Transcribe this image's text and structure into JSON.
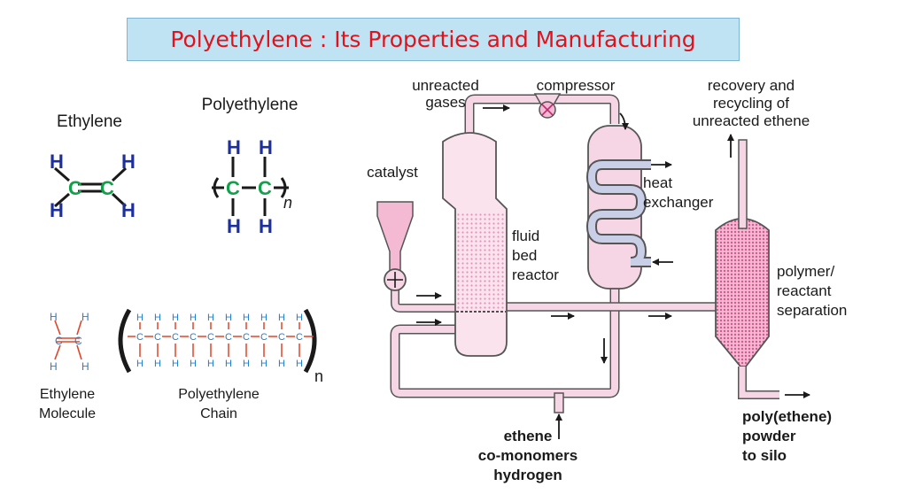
{
  "title": "Polyethylene : Its Properties and Manufacturing",
  "colors": {
    "title_text": "#e0121c",
    "title_bg": "#bfe3f3",
    "hydrogen": "#1c2f9c",
    "carbon": "#12a14b",
    "bond": "#1a1a1a",
    "chain_h": "#1f7fd0",
    "chain_bond": "#e0452a",
    "pipe_fill": "#f6d6e4",
    "vessel_fill": "#f8d2e2",
    "dense_fill": "#ef9fc4"
  },
  "molecules": {
    "ethylene_label": "Ethylene",
    "polyethylene_label": "Polyethylene",
    "n_subscript": "n",
    "h": "H",
    "c": "C",
    "ethylene_molecule_label_line1": "Ethylene",
    "ethylene_molecule_label_line2": "Molecule",
    "polyethylene_chain_label_line1": "Polyethylene",
    "polyethylene_chain_label_line2": "Chain",
    "chain_n": "n"
  },
  "process": {
    "unreacted_gases_line1": "unreacted",
    "unreacted_gases_line2": "gases",
    "compressor": "compressor",
    "recovery_line1": "recovery and",
    "recovery_line2": "recycling of",
    "recovery_line3": "unreacted ethene",
    "catalyst": "catalyst",
    "heat_exchanger_line1": "heat",
    "heat_exchanger_line2": "exchanger",
    "reactor_line1": "fluid",
    "reactor_line2": "bed",
    "reactor_line3": "reactor",
    "separation_line1": "polymer/",
    "separation_line2": "reactant",
    "separation_line3": "separation",
    "feed_line1": "ethene",
    "feed_line2": "co-monomers",
    "feed_line3": "hydrogen",
    "product_line1": "poly(ethene)",
    "product_line2": "powder",
    "product_line3": "to silo"
  }
}
